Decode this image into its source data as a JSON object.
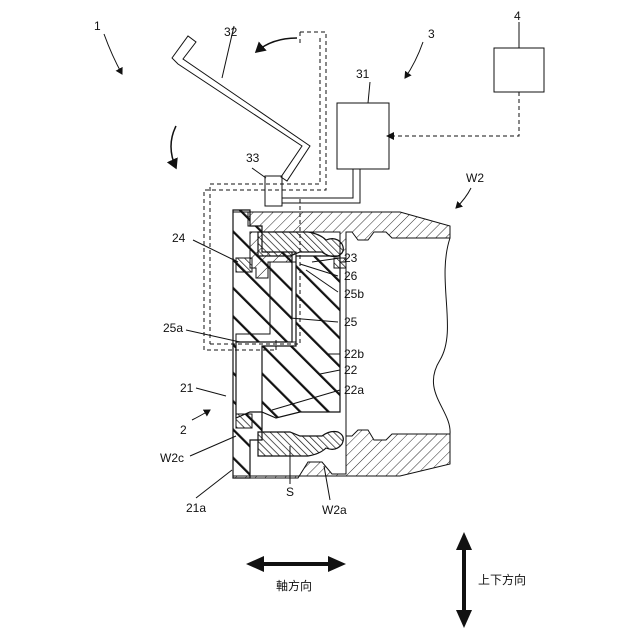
{
  "figure": {
    "labels": {
      "ref_1": "1",
      "ref_32": "32",
      "ref_3": "3",
      "ref_4": "4",
      "ref_31": "31",
      "ref_33": "33",
      "ref_W2_top": "W2",
      "ref_24": "24",
      "ref_23": "23",
      "ref_26": "26",
      "ref_25b": "25b",
      "ref_25": "25",
      "ref_25a": "25a",
      "ref_22b": "22b",
      "ref_22": "22",
      "ref_22a": "22a",
      "ref_21": "21",
      "ref_2": "2",
      "ref_W2c": "W2c",
      "ref_S": "S",
      "ref_21a": "21a",
      "ref_W2a": "W2a"
    },
    "axis_legend": {
      "axial_direction": "軸方向",
      "vertical_direction": "上下方向"
    }
  }
}
